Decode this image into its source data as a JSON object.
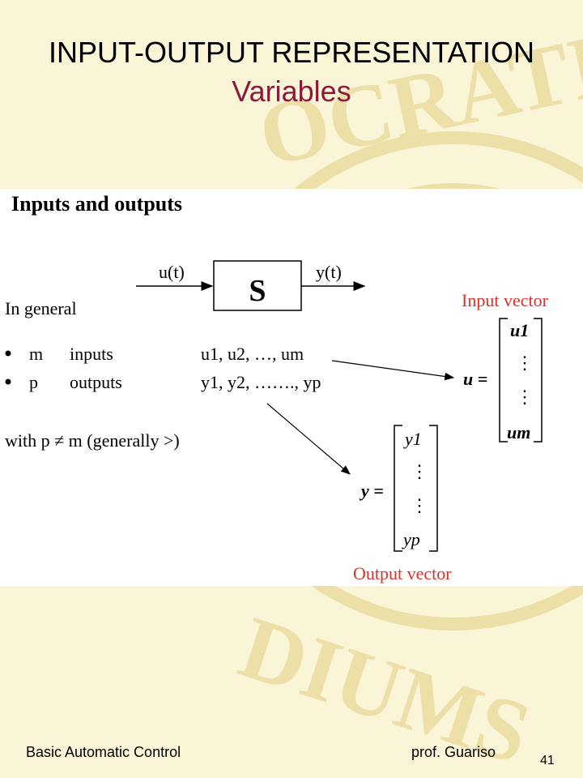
{
  "slide": {
    "title": "INPUT-OUTPUT REPRESENTATION",
    "subtitle": "Variables",
    "colors": {
      "title": "#000000",
      "subtitle": "#8b1a3a",
      "accent_red": "#e0302a",
      "background": "#fbf5d8",
      "seal": "#e9dba3"
    }
  },
  "watermark": {
    "text": "OCRATIC",
    "text2": "DIUMS"
  },
  "diagram": {
    "heading": "Inputs and outputs",
    "input_signal": "u(t)",
    "system_label": "S",
    "output_signal": "y(t)",
    "in_general": "In general",
    "bullets": [
      {
        "symbol": "m",
        "word": "inputs",
        "sequence": "u1, u2, …, um"
      },
      {
        "symbol": "p",
        "word": "outputs",
        "sequence": "y1, y2, ……., yp"
      }
    ],
    "condition": "with p ≠ m (generally >)",
    "input_vector_label": "Input vector",
    "output_vector_label": "Output vector",
    "input_vector": {
      "lhs": "u =",
      "first": "u1",
      "last": "um"
    },
    "output_vector": {
      "lhs": "y =",
      "first": "y1",
      "last": "yp"
    }
  },
  "footer": {
    "left": "Basic Automatic Control",
    "right": "prof. Guariso",
    "page_number": "41"
  }
}
